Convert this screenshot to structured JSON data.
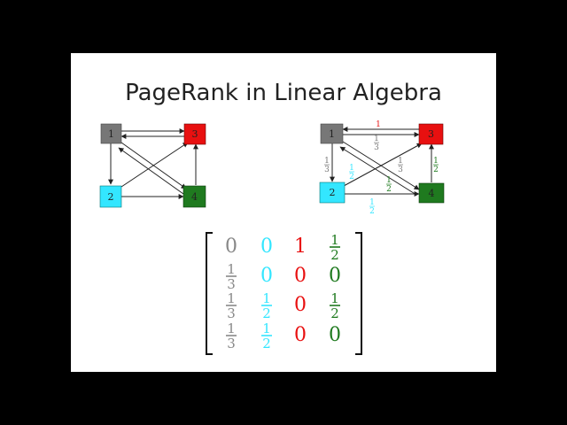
{
  "slide": {
    "title": "PageRank in Linear Algebra"
  },
  "colors": {
    "node1": "#777777",
    "node2": "#33e6ff",
    "node3": "#e81010",
    "node4": "#1f7a1f",
    "edge": "#222222"
  },
  "graph_left": {
    "nodes": [
      "1",
      "2",
      "3",
      "4"
    ],
    "edges": [
      [
        "1",
        "3"
      ],
      [
        "3",
        "1"
      ],
      [
        "1",
        "2"
      ],
      [
        "1",
        "4"
      ],
      [
        "4",
        "1"
      ],
      [
        "2",
        "3"
      ],
      [
        "2",
        "4"
      ],
      [
        "4",
        "3"
      ]
    ]
  },
  "graph_right": {
    "nodes": [
      "1",
      "2",
      "3",
      "4"
    ],
    "edge_labels": [
      {
        "edge": "3-1",
        "num": "1",
        "den": "",
        "color": "node3"
      },
      {
        "edge": "1-3",
        "num": "1",
        "den": "3",
        "color": "node1"
      },
      {
        "edge": "1-2",
        "num": "1",
        "den": "3",
        "color": "node1"
      },
      {
        "edge": "2-3",
        "num": "1",
        "den": "2",
        "color": "node2"
      },
      {
        "edge": "1-4",
        "num": "1",
        "den": "3",
        "color": "node1"
      },
      {
        "edge": "4-1",
        "num": "1",
        "den": "2",
        "color": "node4"
      },
      {
        "edge": "2-4",
        "num": "1",
        "den": "2",
        "color": "node2"
      },
      {
        "edge": "4-3",
        "num": "1",
        "den": "2",
        "color": "node4"
      }
    ]
  },
  "matrix": {
    "rows": [
      [
        {
          "v": "0"
        },
        {
          "v": "0"
        },
        {
          "v": "1"
        },
        {
          "num": "1",
          "den": "2"
        }
      ],
      [
        {
          "num": "1",
          "den": "3"
        },
        {
          "v": "0"
        },
        {
          "v": "0"
        },
        {
          "v": "0"
        }
      ],
      [
        {
          "num": "1",
          "den": "3"
        },
        {
          "num": "1",
          "den": "2"
        },
        {
          "v": "0"
        },
        {
          "num": "1",
          "den": "2"
        }
      ],
      [
        {
          "num": "1",
          "den": "3"
        },
        {
          "num": "1",
          "den": "2"
        },
        {
          "v": "0"
        },
        {
          "v": "0"
        }
      ]
    ],
    "column_colors": [
      "#888888",
      "#33e6ff",
      "#e81010",
      "#1f7a1f"
    ]
  }
}
